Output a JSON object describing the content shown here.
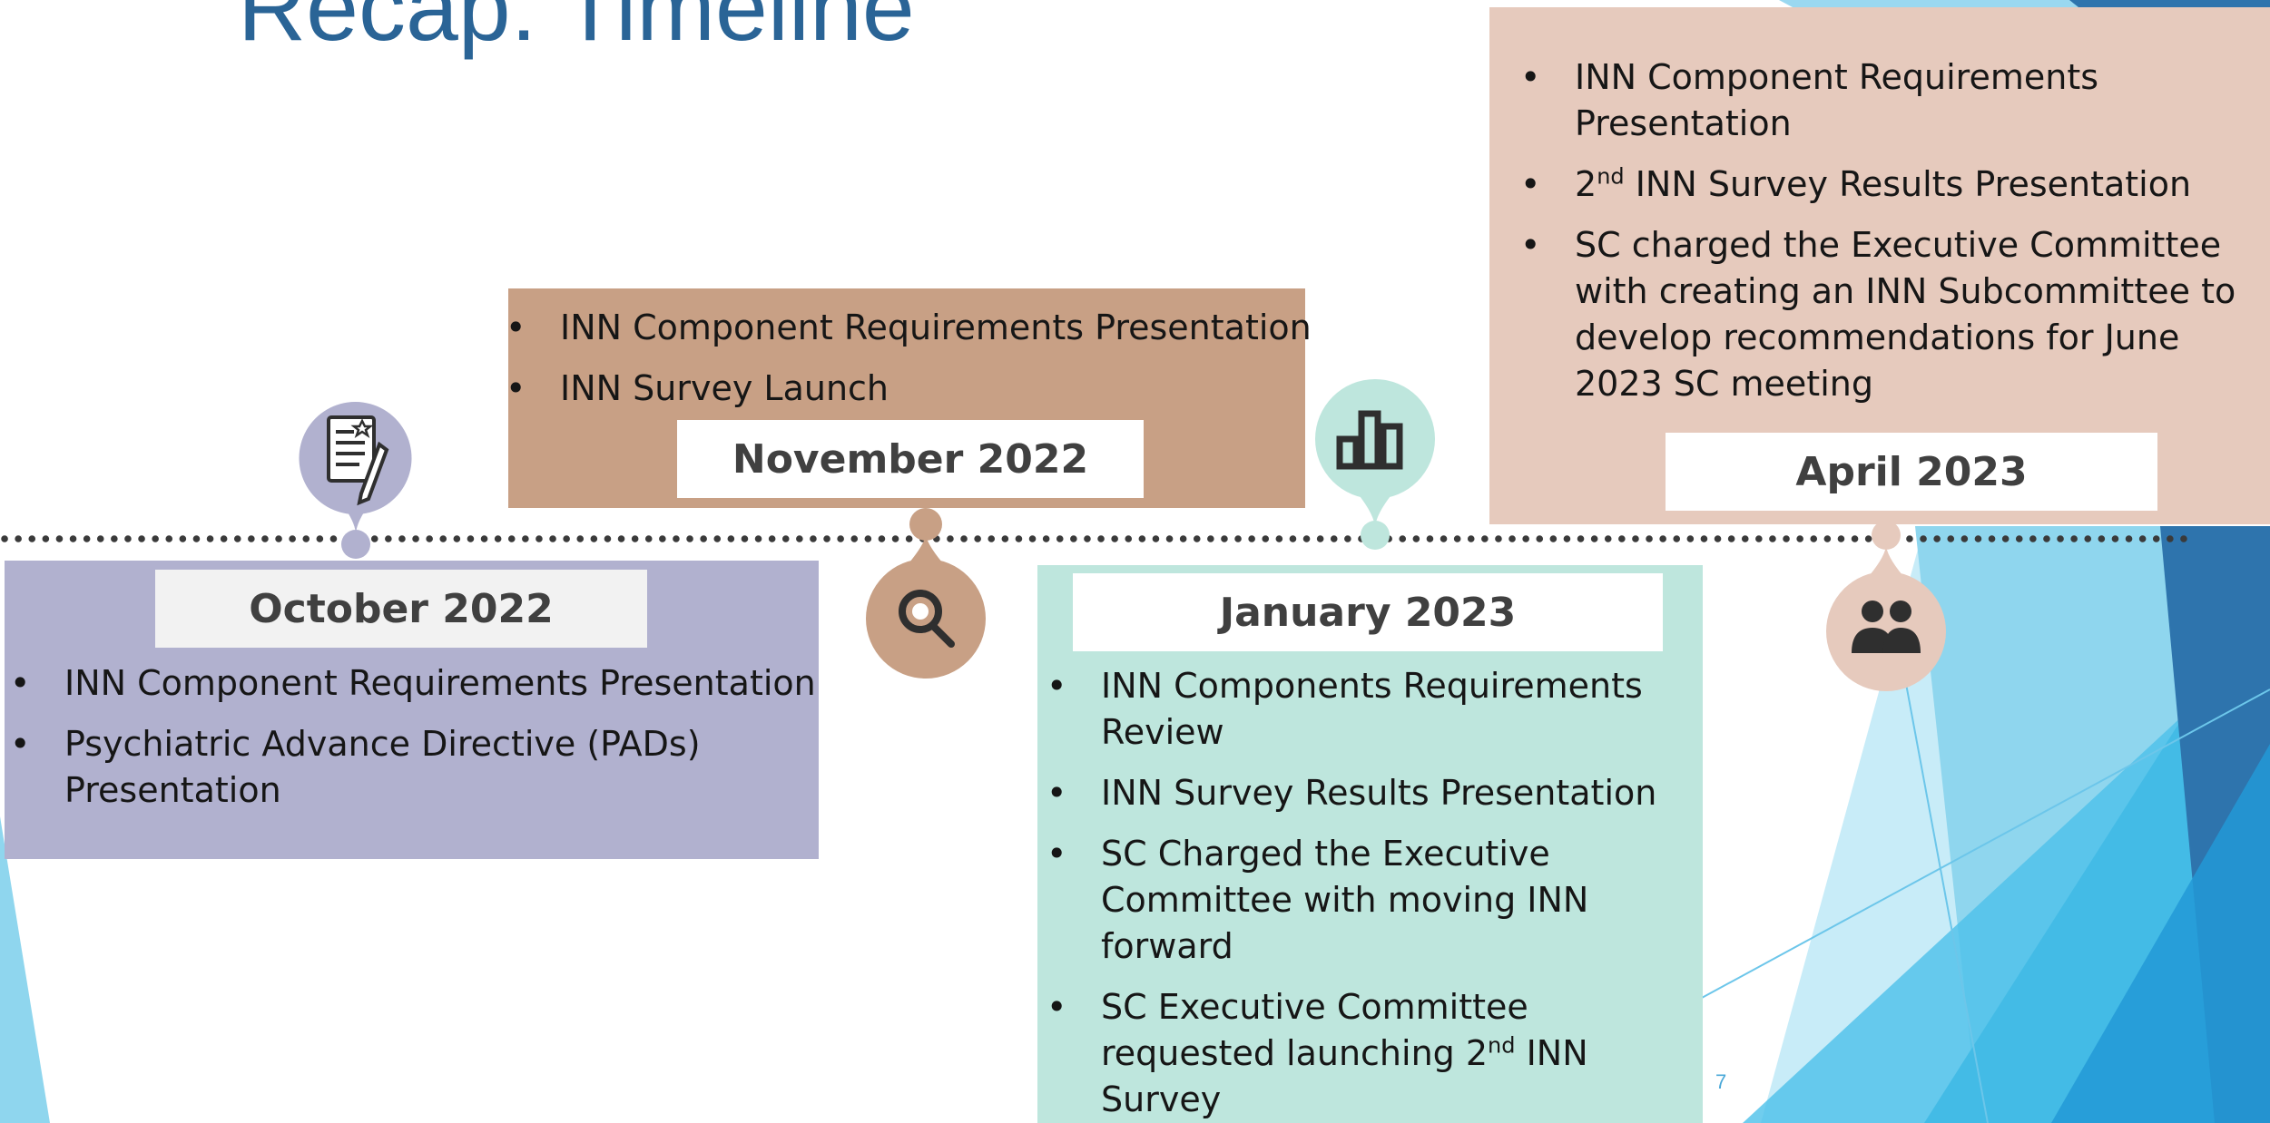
{
  "slide": {
    "title": "Recap: Timeline",
    "page_number": "7"
  },
  "colors": {
    "title": "#2a6496",
    "october": "#b1b1cf",
    "november": "#c8a085",
    "january": "#bee6dd",
    "april": "#e6cabd",
    "dotted_line": "#3a3a3a"
  },
  "events": {
    "november": {
      "date": "November 2022",
      "icon": "magnifying-glass-icon",
      "items": [
        "INN Component Requirements Presentation",
        "INN Survey Launch"
      ]
    },
    "october": {
      "date": "October 2022",
      "icon": "document-pencil-icon",
      "items": [
        "INN Component Requirements Presentation",
        "Psychiatric Advance Directive (PADs) Presentation"
      ]
    },
    "january": {
      "date": "January 2023",
      "icon": "bar-chart-icon",
      "items": [
        "INN Components Requirements Review",
        "INN Survey Results Presentation",
        "SC Charged the Executive Committee with moving INN forward",
        {
          "pre": "SC Executive Committee requested launching 2",
          "sup": "nd",
          "post": " INN Survey"
        }
      ]
    },
    "april": {
      "date": "April 2023",
      "icon": "people-icon",
      "items": [
        "INN Component Requirements Presentation",
        {
          "pre": "2",
          "sup": "nd",
          "post": " INN Survey Results Presentation"
        },
        "SC charged the Executive Committee with creating an INN Subcommittee to develop recommendations for June 2023 SC meeting"
      ]
    }
  }
}
